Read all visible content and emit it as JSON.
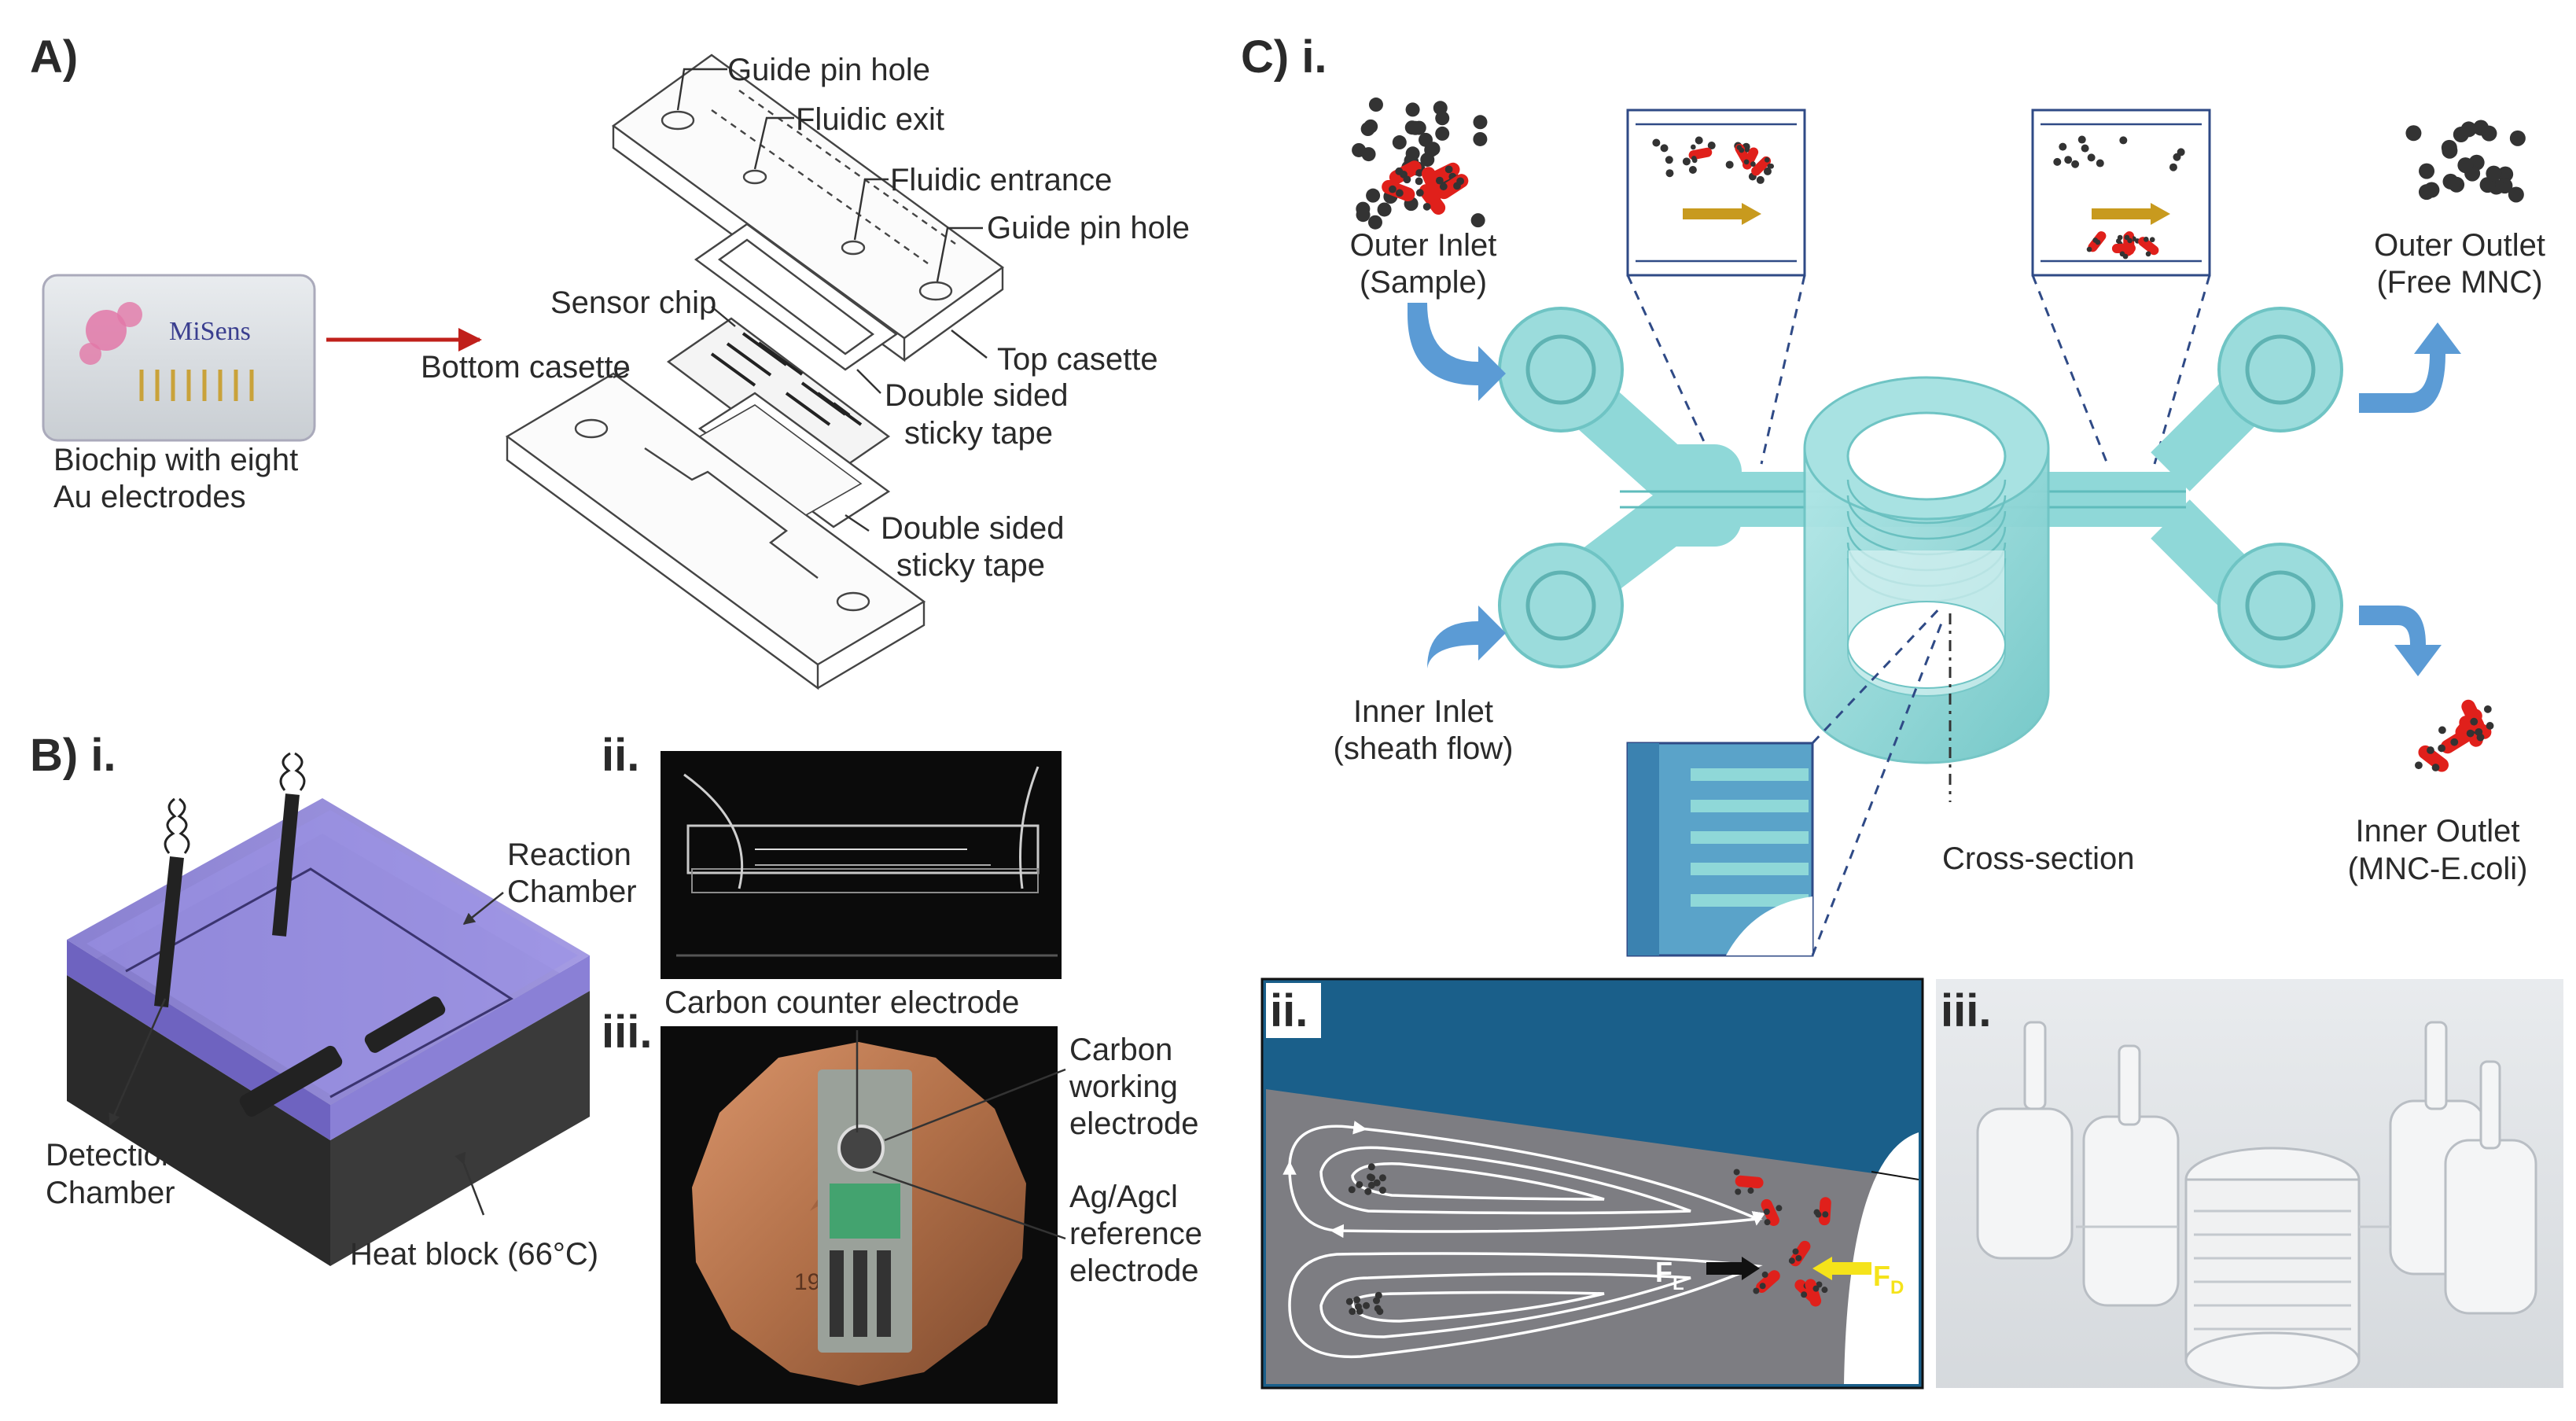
{
  "panels": {
    "a": {
      "label": "A)",
      "biochip_logo": "MiSens",
      "callouts": {
        "guide_pin_hole_1": "Guide pin hole",
        "fluidic_exit": "Fluidic exit",
        "fluidic_entrance": "Fluidic entrance",
        "guide_pin_hole_2": "Guide pin hole",
        "sensor_chip": "Sensor chip",
        "top_casette": "Top casette",
        "bottom_casette": "Bottom casette",
        "tape_1": [
          "Double sided",
          "sticky tape"
        ],
        "tape_2": [
          "Double sided",
          "sticky tape"
        ],
        "biochip": [
          "Biochip with eight",
          "Au electrodes"
        ]
      }
    },
    "b": {
      "label": "B) i.",
      "sub_ii": "ii.",
      "sub_iii": "iii.",
      "callouts": {
        "reaction_chamber": [
          "Reaction",
          "Chamber"
        ],
        "detection_chamber": [
          "Detection",
          "Chamber"
        ],
        "heat_block": "Heat block (66°C)",
        "carbon_counter": "Carbon counter electrode",
        "carbon_working": [
          "Carbon",
          "working",
          "electrode"
        ],
        "ag_agcl": [
          "Ag/Agcl",
          "reference",
          "electrode"
        ]
      },
      "coin_text": "1983"
    },
    "c": {
      "label": "C) i.",
      "sub_ii": "ii.",
      "sub_iii": "iii.",
      "callouts": {
        "outer_inlet": [
          "Outer Inlet",
          "(Sample)"
        ],
        "inner_inlet": [
          "Inner Inlet",
          "(sheath flow)"
        ],
        "outer_outlet": [
          "Outer Outlet",
          "(Free MNC)"
        ],
        "inner_outlet": [
          "Inner Outlet",
          "(MNC-E.coli)"
        ],
        "cross_section": "Cross-section"
      },
      "forces": {
        "lift": "F",
        "lift_sub": "L",
        "drag": "F",
        "drag_sub": "D"
      }
    }
  },
  "colors": {
    "chip_teal": "#8fd8d8",
    "chip_teal_dark": "#5fbcbc",
    "flow_arrow": "#5b9bd5",
    "particle": "#333333",
    "bacteria": "#e0201b",
    "chamber_purple": "#8a7fd6",
    "heat_block": "#2b2b2b",
    "crosssection_bg": "#1a5f8a",
    "gold_arrow": "#c89a1e",
    "force_yellow": "#f5e31a",
    "copper": "#b0704a"
  }
}
